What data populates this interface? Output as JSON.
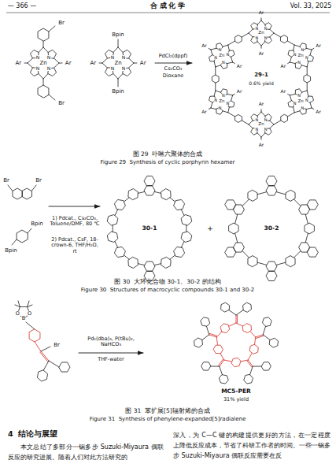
{
  "diagram": {
    "labels": [
      "— 366 —",
      "合 成 化 学",
      "Vol. 33, 2025",
      "Br",
      "Br",
      "Ar",
      "Ar",
      "N",
      "N",
      "N",
      "N",
      "Zn",
      "Bpin",
      "Bpin",
      "Ar",
      "Ar",
      "N",
      "N",
      "N",
      "N",
      "Zn",
      "PdCl₂(dppf)",
      "Cs₂CO₃",
      "Dioxane",
      "Ar",
      "Ar",
      "N",
      "N",
      "N",
      "N",
      "Zn",
      "Ar",
      "Ar",
      "N",
      "N",
      "N",
      "N",
      "Zn",
      "Ar",
      "Ar",
      "N",
      "N",
      "N",
      "N",
      "Zn",
      "Ar",
      "Ar",
      "N",
      "N",
      "N",
      "N",
      "Zn",
      "Ar",
      "Ar",
      "N",
      "N",
      "N",
      "N",
      "Zn",
      "Ar",
      "Ar",
      "N",
      "N",
      "N",
      "N",
      "Zn",
      "29-1",
      "0.6% yield",
      "图 29  卟啉六聚体的合成",
      "Figure 29  Synthesis of cyclic porphyrin hexamer",
      "Br",
      "Br",
      "Bpin",
      "Bpin",
      "1) Pdcat., Cs₂CO₃, Toluene/DMF, 80 ℃",
      "2) Pdcat., CsF, 18-crown-6, THF/H₂O, rt",
      "30-1",
      "+",
      "30-2",
      "图 30  大环化合物 30-1、30-2 的结构",
      "Figure 30  Structures of macrocyclic compounds 30-1 and 30-2",
      "O",
      "B",
      "O",
      "Br",
      "Pd₂(dba)₃, P(tBu)₃, NaHCO₃",
      "THF-water",
      "MC5-PER",
      "31% yield",
      "图 31  苯扩展[5]辐射烯的合成",
      "Figure 31  Synthesis of phenylene-expanded[5]radialene",
      "4  结论与展望",
      "本文总结了多部分一锅多步 Suzuki-Miyaura 偶联反应的研究进展。随着人们对此方法研究的",
      "深入，为 C—C 键的构建提供更好的方法，在一定程度上降低反应成本，节省了科研工作者的时间。一些一锅多步 Suzuki-Miyaura 偶联反应需要在反"
    ]
  }
}
